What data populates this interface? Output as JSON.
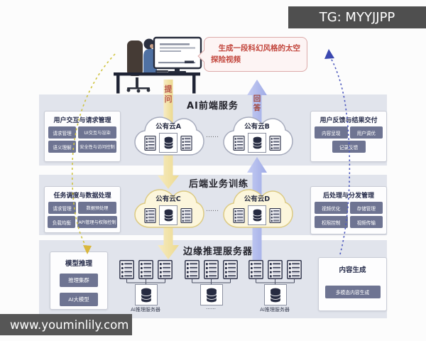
{
  "watermarks": {
    "top": "TG: MYYJJPP",
    "bottom": "www.youminlily.com"
  },
  "speech_bubble": {
    "text": "生成一段科幻风格的太空探险视频"
  },
  "flow": {
    "question_label": "提问",
    "answer_label": "回答"
  },
  "bands": {
    "frontend": {
      "title": "AI前端服务"
    },
    "backend": {
      "title": "后端业务训练"
    },
    "edge": {
      "title": "边缘推理服务器"
    }
  },
  "boxes": {
    "user_interaction": {
      "title": "用户交互与请求管理",
      "buttons": [
        "请求管理",
        "UI交互与渲染",
        "语义理解",
        "安全性与访问控制"
      ]
    },
    "user_feedback": {
      "title": "用户反馈与结果交付",
      "buttons": [
        "内容呈现",
        "用户调优",
        "记录反馈"
      ]
    },
    "task_scheduling": {
      "title": "任务调度与数据处理",
      "buttons": [
        "请求管理",
        "数据预处理",
        "负载均衡",
        "API管理与权限控制"
      ]
    },
    "post_processing": {
      "title": "后处理与分发管理",
      "buttons": [
        "视频优化",
        "存储管理",
        "权限控制",
        "视频传输"
      ]
    },
    "model_inference": {
      "title": "模型推理",
      "buttons": [
        "推理集群",
        "AI大模型"
      ]
    },
    "content_generation": {
      "title": "内容生成",
      "buttons": [
        "多模态内容生成"
      ]
    }
  },
  "clouds": {
    "a": "公有云A",
    "b": "公有云B",
    "c": "公有云C",
    "d": "公有云D"
  },
  "ellipsis": "……",
  "server_groups": {
    "g1": "AI推理服务器",
    "g2": "……",
    "g3": "AI推理服务器"
  },
  "colors": {
    "band_bg": "#e1e4ec",
    "chip_bg": "#6e7492",
    "question_arrow": "#f2e2a0",
    "answer_arrow": "#b4bfee",
    "cloud_yellow": "#fcf6dc",
    "bubble_border": "#dcaaa9",
    "bubble_text": "#c2453c",
    "watermark_bg": "#4f4f4f"
  }
}
